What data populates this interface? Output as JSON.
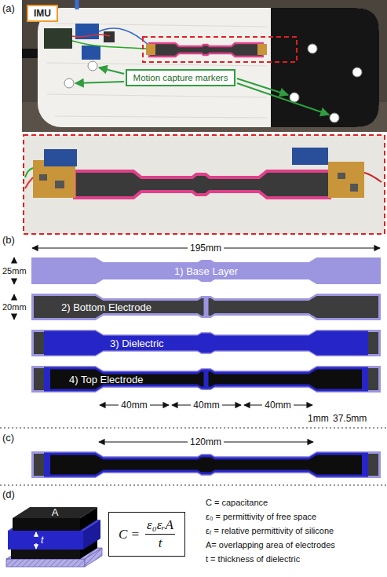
{
  "diagram": {
    "nodes": [
      {
        "text": [
          "IMU"
        ]
      },
      {
        "text": [
          "Motion capture markers"
        ]
      },
      {
        "text": [
          "1) Base Layer"
        ]
      },
      {
        "text": [
          "2) Bottom Electrode"
        ]
      },
      {
        "text": [
          "3) Dielectric"
        ]
      },
      {
        "text": [
          "4) Top Electrode"
        ]
      },
      {
        "text": [
          "C =",
          "ε₀εᵣA",
          "t"
        ]
      }
    ],
    "labels": [
      "(a)",
      "(b)",
      "195mm",
      "25mm",
      "20mm",
      "40mm",
      "40mm",
      "40mm",
      "1mm",
      "37.5mm",
      "(c)",
      "120mm",
      "(d)",
      "A",
      "t",
      "C = capacitance",
      "ε₀ = permittivity of free space",
      "εᵣ = relative permittivity of silicone",
      "A= overlapping area of electrodes",
      "t = thickness of dielectric"
    ]
  }
}
